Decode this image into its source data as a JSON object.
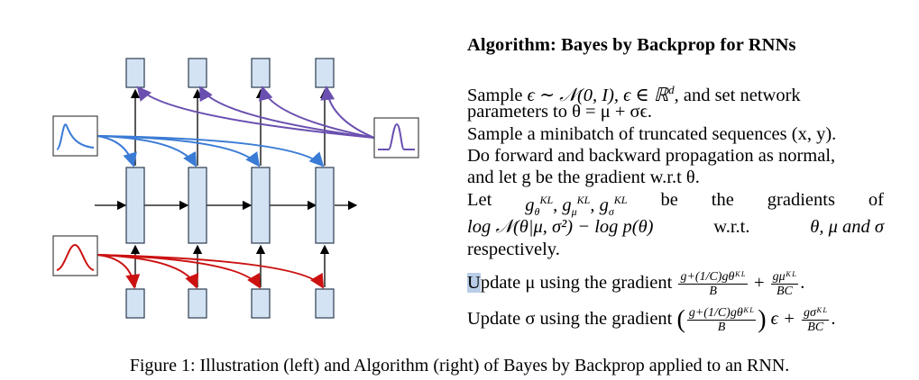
{
  "algorithm": {
    "title": "Algorithm: Bayes by Backprop for RNNs",
    "line1_a": "Sample",
    "line1_b": "ϵ ∼ 𝒩(0, I), ϵ ∈ ℝ",
    "line1_sup": "d",
    "line1_c": ", and set network",
    "line2": "parameters to θ = μ + σϵ.",
    "line3": "Sample a minibatch of truncated sequences (x, y).",
    "line4": "Do forward and backward propagation as normal,",
    "line5": "and let g be the gradient w.r.t θ.",
    "line6_words": [
      "Let",
      "g",
      "be",
      "the",
      "gradients",
      "of"
    ],
    "line6_g": "g",
    "line7_a": "log 𝒩(θ|μ, σ²) − log p(θ)",
    "line7_b": "w.r.t.",
    "line7_c": "θ, μ and σ",
    "line8": "respectively.",
    "line9_hl": "U",
    "line9_a": "pdate μ using the gradient",
    "line9_f1_num": "g+(1/C)gθᴷᴸ",
    "line9_f1_den": "B",
    "line9_plus": "+",
    "line9_f2_num": "gμᴷᴸ",
    "line9_f2_den": "BC",
    "line10_a": "Update σ using the gradient",
    "line10_f1_num": "g+(1/C)gθᴷᴸ",
    "line10_f1_den": "B",
    "line10_b": "ϵ +",
    "line10_f2_num": "gσᴷᴸ",
    "line10_f2_den": "BC"
  },
  "caption": "Figure 1: Illustration (left) and Algorithm (right) of Bayes by Backprop applied to an RNN.",
  "colors": {
    "blue": "#3a7bd5",
    "red": "#cc1111",
    "purple": "#6a4fb0",
    "cell": "#d4e3f3"
  },
  "icons": [
    "gaussian-prior-icon",
    "gaussian-posterior-icon",
    "gaussian-output-icon"
  ]
}
